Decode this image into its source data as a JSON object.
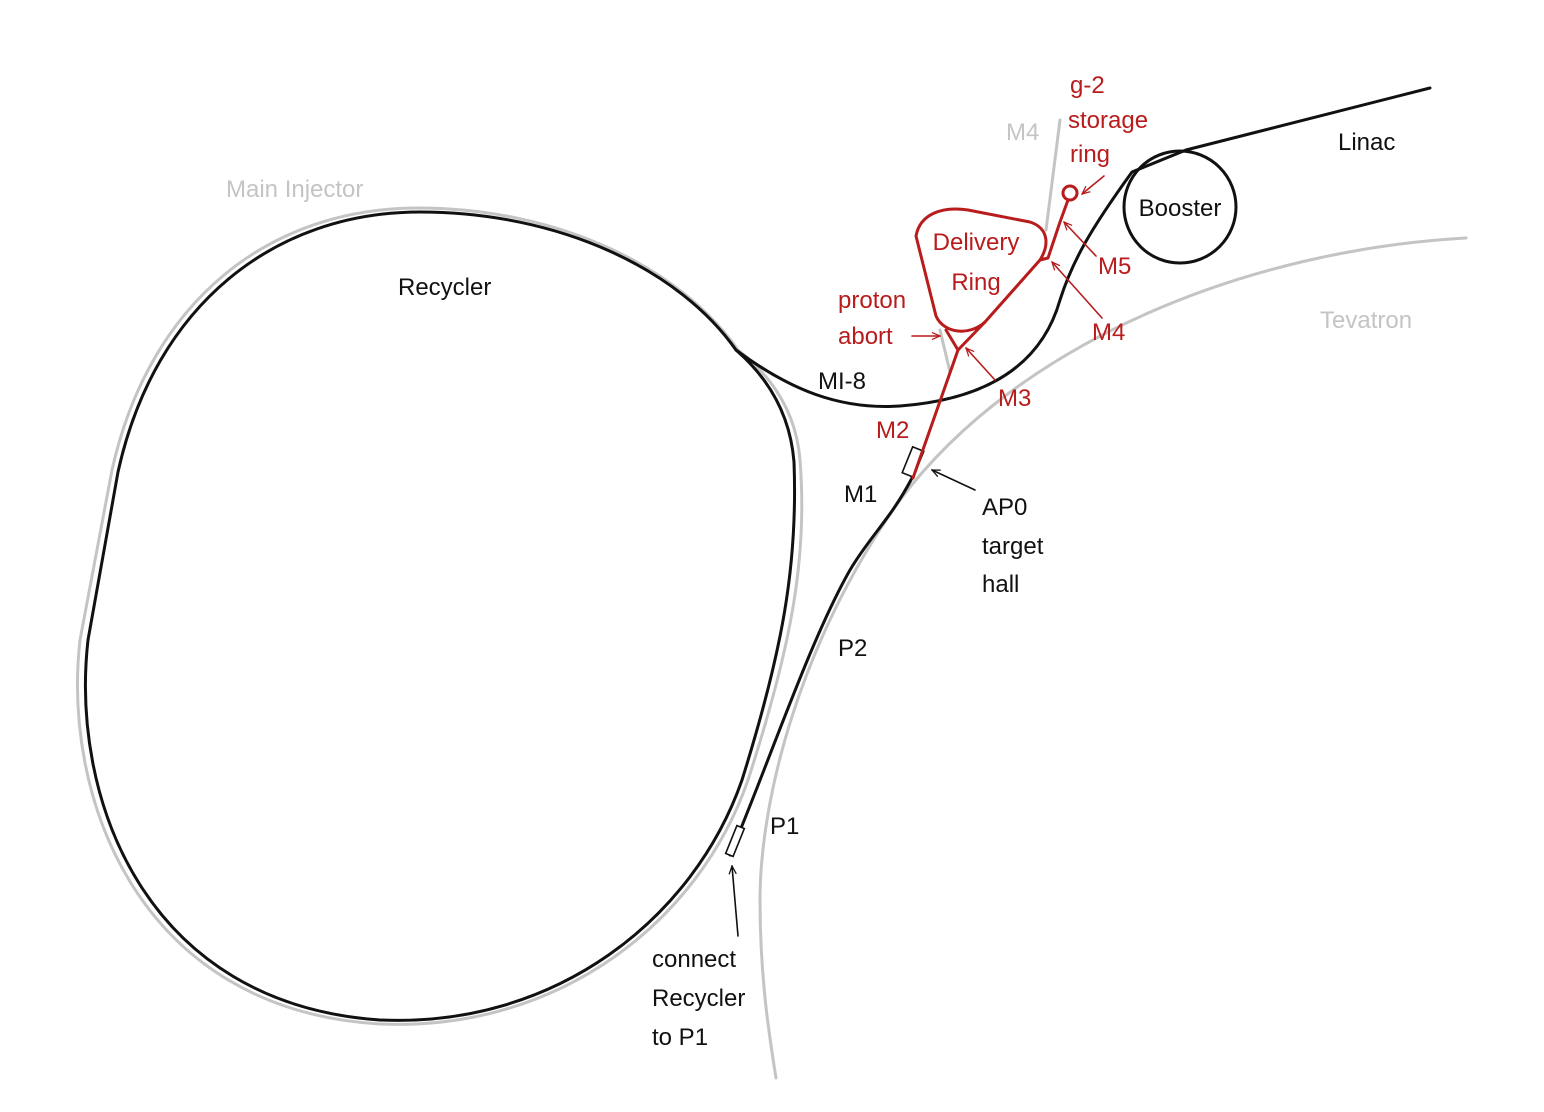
{
  "colors": {
    "black": "#111111",
    "gray": "#c4c4c4",
    "red": "#b81c1c"
  },
  "labels": {
    "main_injector": "Main Injector",
    "recycler": "Recycler",
    "mi8": "MI-8",
    "linac": "Linac",
    "booster": "Booster",
    "tevatron": "Tevatron",
    "m4_gray": "M4",
    "g2_line1": "g-2",
    "g2_line2": "storage",
    "g2_line3": "ring",
    "delivery_line1": "Delivery",
    "delivery_line2": "Ring",
    "proton_line1": "proton",
    "proton_line2": "abort",
    "m1": "M1",
    "m2": "M2",
    "m3": "M3",
    "m4": "M4",
    "m5": "M5",
    "p1": "P1",
    "p2": "P2",
    "ap0_line1": "AP0",
    "ap0_line2": "target",
    "ap0_line3": "hall",
    "connect_line1": "connect",
    "connect_line2": "Recycler",
    "connect_line3": "to P1"
  }
}
